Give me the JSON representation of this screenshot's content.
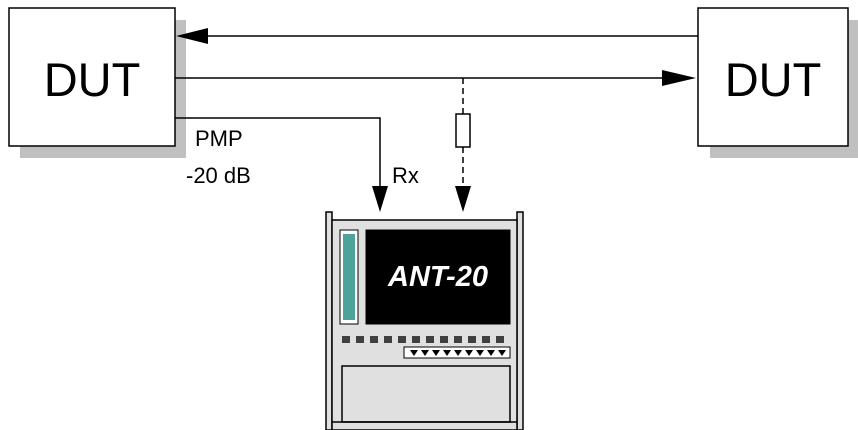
{
  "diagram": {
    "left_box": {
      "label": "DUT"
    },
    "right_box": {
      "label": "DUT"
    },
    "pmp_label_line1": "PMP",
    "pmp_label_line2": "-20 dB",
    "rx_label": "Rx",
    "device": {
      "label": "ANT-20"
    }
  },
  "colors": {
    "line": "#000000",
    "box_fill": "#ffffff",
    "shadow": "#c0c0c0",
    "device_frame": "#e0e0e0",
    "device_screen": "#000000",
    "device_side_strip": "#4da39a"
  }
}
